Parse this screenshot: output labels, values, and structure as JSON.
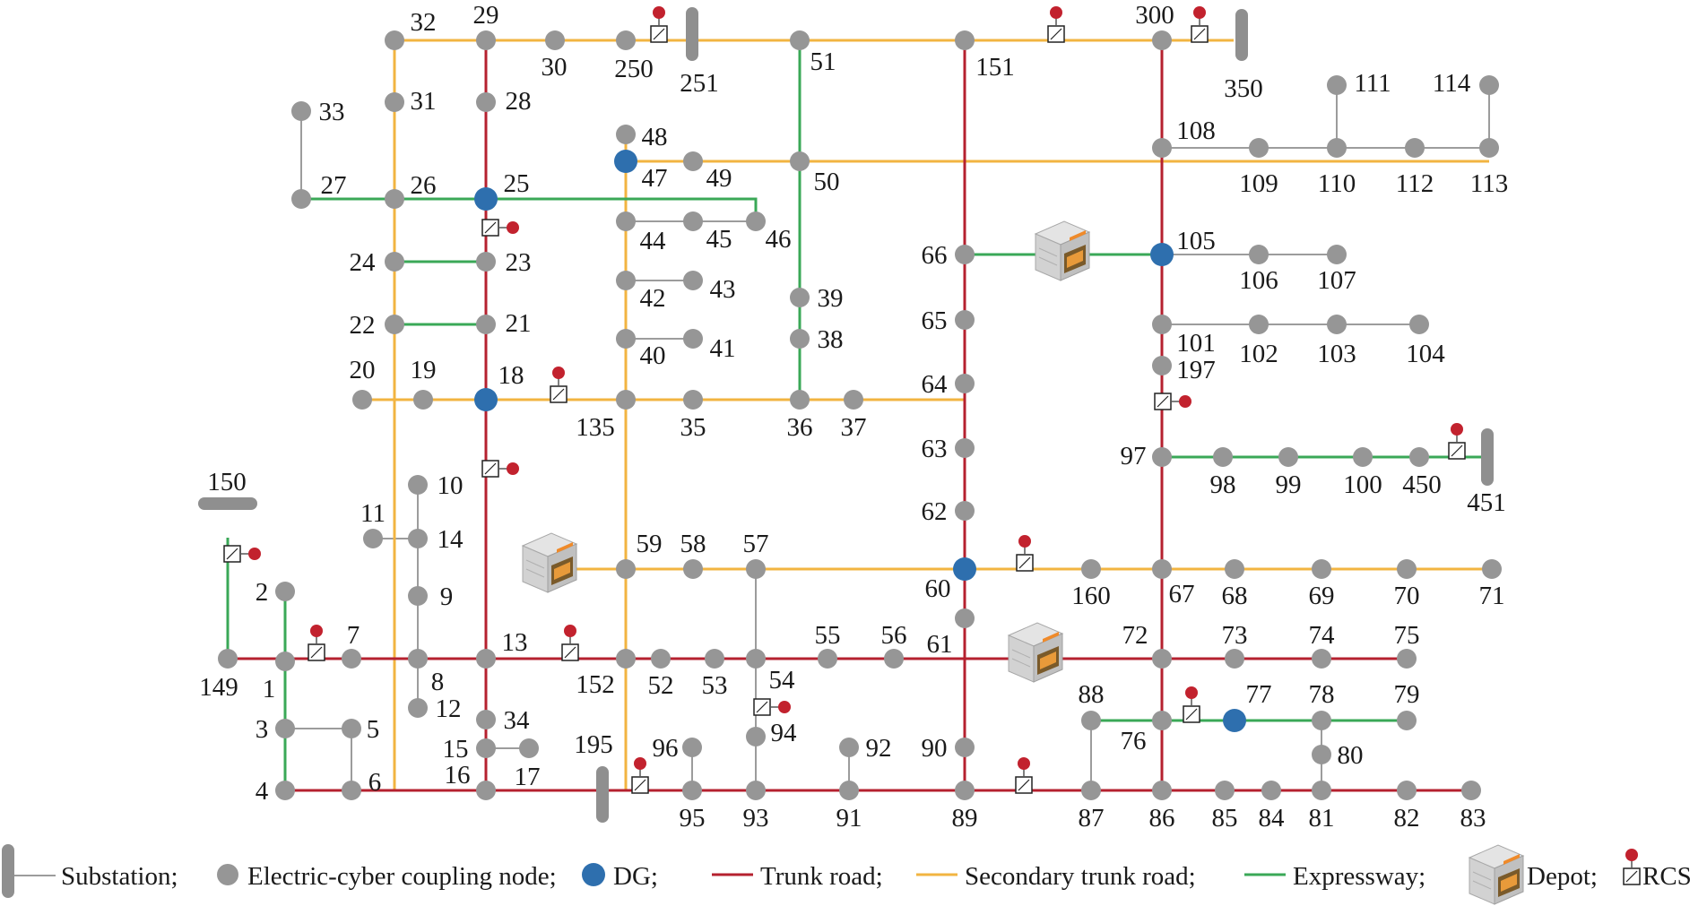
{
  "colors": {
    "trunk": "#b5212f",
    "secondary": "#f2b441",
    "expressway": "#3aa857",
    "feeder": "#9c9c9c",
    "node": "#969696",
    "dg": "#2e6fae",
    "substation": "#8f8f8f",
    "rcs_dot": "#c2222e"
  },
  "node_labels": {
    "1": "1",
    "2": "2",
    "3": "3",
    "4": "4",
    "5": "5",
    "6": "6",
    "7": "7",
    "8": "8",
    "9": "9",
    "10": "10",
    "11": "11",
    "12": "12",
    "13": "13",
    "14": "14",
    "15": "15",
    "16": "16",
    "17": "17",
    "18": "18",
    "19": "19",
    "20": "20",
    "21": "21",
    "22": "22",
    "23": "23",
    "24": "24",
    "25": "25",
    "26": "26",
    "27": "27",
    "28": "28",
    "29": "29",
    "30": "30",
    "31": "31",
    "32": "32",
    "33": "33",
    "34": "34",
    "35": "35",
    "36": "36",
    "37": "37",
    "38": "38",
    "39": "39",
    "40": "40",
    "41": "41",
    "42": "42",
    "43": "43",
    "44": "44",
    "45": "45",
    "46": "46",
    "47": "47",
    "48": "48",
    "49": "49",
    "50": "50",
    "51": "51",
    "52": "52",
    "53": "53",
    "54": "54",
    "55": "55",
    "56": "56",
    "57": "57",
    "58": "58",
    "59": "59",
    "60": "60",
    "61": "61",
    "62": "62",
    "63": "63",
    "64": "64",
    "65": "65",
    "66": "66",
    "67": "67",
    "68": "68",
    "69": "69",
    "70": "70",
    "71": "71",
    "72": "72",
    "73": "73",
    "74": "74",
    "75": "75",
    "76": "76",
    "77": "77",
    "78": "78",
    "79": "79",
    "80": "80",
    "81": "81",
    "82": "82",
    "83": "83",
    "84": "84",
    "85": "85",
    "86": "86",
    "87": "87",
    "88": "88",
    "89": "89",
    "90": "90",
    "91": "91",
    "92": "92",
    "93": "93",
    "94": "94",
    "95": "95",
    "96": "96",
    "97": "97",
    "98": "98",
    "99": "99",
    "100": "100",
    "101": "101",
    "102": "102",
    "103": "103",
    "104": "104",
    "105": "105",
    "106": "106",
    "107": "107",
    "108": "108",
    "109": "109",
    "110": "110",
    "111": "111",
    "112": "112",
    "113": "113",
    "114": "114",
    "135": "135",
    "149": "149",
    "150": "150",
    "151": "151",
    "152": "152",
    "160": "160",
    "195": "195",
    "197": "197",
    "250": "250",
    "251": "251",
    "300": "300",
    "350": "350",
    "450": "450",
    "451": "451"
  },
  "legend": {
    "substation": "Substation;",
    "node": "Electric-cyber coupling node;",
    "dg": "DG;",
    "trunk": "Trunk road;",
    "secondary": "Secondary trunk road;",
    "expressway": "Expressway;",
    "depot": "Depot;",
    "rcs": "RCS"
  }
}
